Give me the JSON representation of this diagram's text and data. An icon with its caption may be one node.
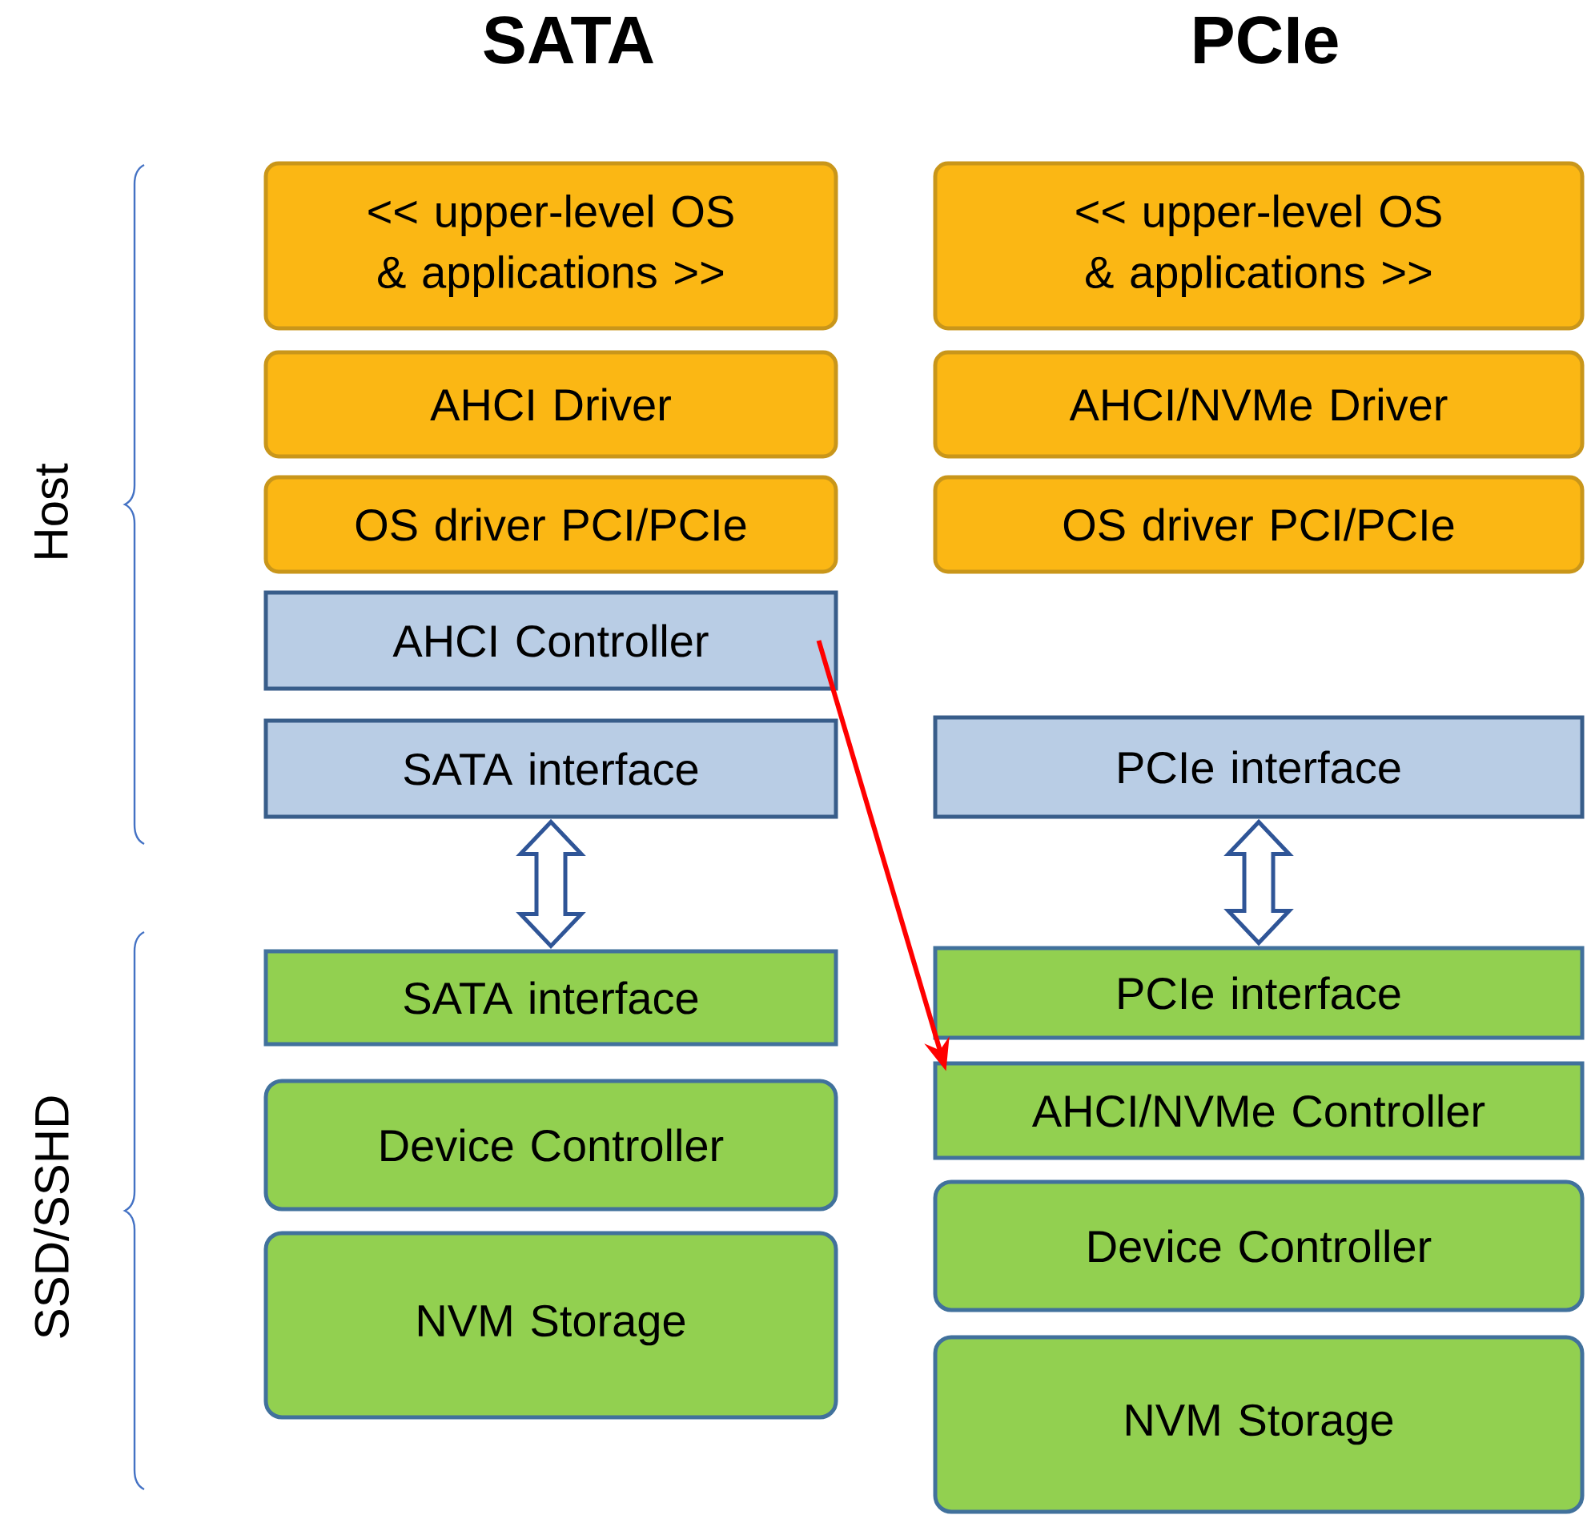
{
  "diagram": {
    "nodes": [
      {
        "text": [
          "<< upper-level OS & applications >>"
        ]
      },
      {
        "text": [
          "AHCI Driver"
        ]
      },
      {
        "text": [
          "OS driver PCI/PCIe"
        ]
      },
      {
        "text": [
          "AHCI Controller"
        ]
      },
      {
        "text": [
          "SATA interface"
        ]
      },
      {
        "text": [
          "SATA interface"
        ]
      },
      {
        "text": [
          "Device Controller"
        ]
      },
      {
        "text": [
          "NVM Storage"
        ]
      },
      {
        "text": [
          "<< upper-level OS & applications >>"
        ]
      },
      {
        "text": [
          "AHCI/NVMe Driver"
        ]
      },
      {
        "text": [
          "OS driver PCI/PCIe"
        ]
      },
      {
        "text": [
          "PCIe interface"
        ]
      },
      {
        "text": [
          "PCIe interface"
        ]
      },
      {
        "text": [
          "AHCI/NVMe Controller"
        ]
      },
      {
        "text": [
          "Device Controller"
        ]
      },
      {
        "text": [
          "NVM Storage"
        ]
      }
    ],
    "edges": [
      {
        "from": 4,
        "to": 5,
        "arrow": "both"
      },
      {
        "from": 11,
        "to": 12,
        "arrow": "both"
      },
      {
        "from": 3,
        "to": 13,
        "arrow": "to",
        "color": "#ff0000"
      }
    ],
    "labels": [
      "SATA",
      "PCIe",
      "Host",
      "SSD/SSHD"
    ]
  }
}
